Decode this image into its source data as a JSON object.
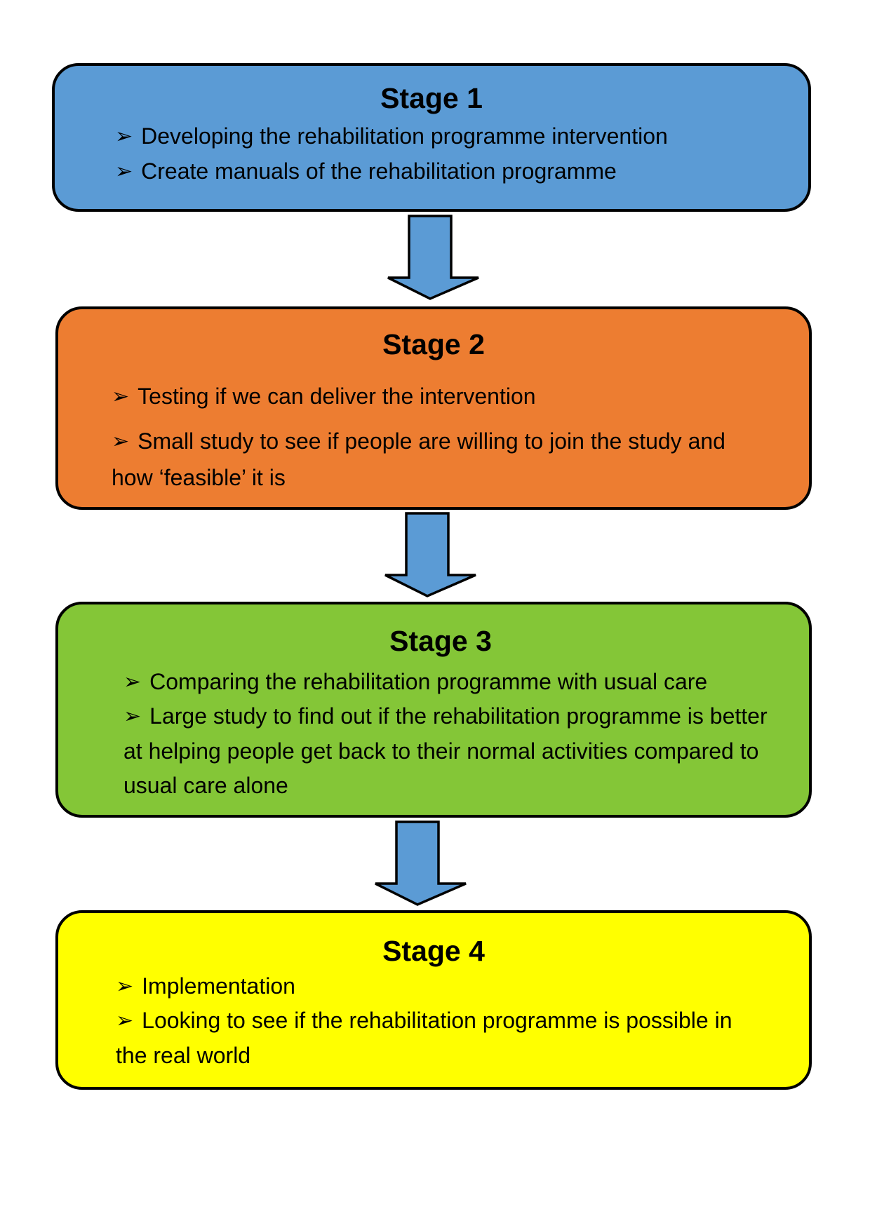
{
  "colors": {
    "stage1": "#5B9BD5",
    "stage2": "#ED7D31",
    "stage3": "#84C637",
    "stage4": "#FFFF00",
    "arrow": "#5B9BD5",
    "outline": "#000000"
  },
  "bullet_icon": "arrowhead-bullet-icon",
  "stages": [
    {
      "title": "Stage 1",
      "bullets": [
        "Developing the rehabilitation programme intervention",
        "Create manuals of the rehabilitation programme"
      ]
    },
    {
      "title": "Stage 2",
      "bullets": [
        "Testing if we can deliver the intervention",
        "Small study to see if people are willing to join the study and how ‘feasible’ it is"
      ]
    },
    {
      "title": "Stage 3",
      "bullets": [
        "Comparing the rehabilitation programme with usual care",
        "Large study to find out if the rehabilitation programme  is better at helping people get back to their normal activities compared to usual care alone"
      ]
    },
    {
      "title": "Stage 4",
      "bullets": [
        "Implementation",
        "Looking to see if the rehabilitation programme is possible in the real world"
      ]
    }
  ]
}
